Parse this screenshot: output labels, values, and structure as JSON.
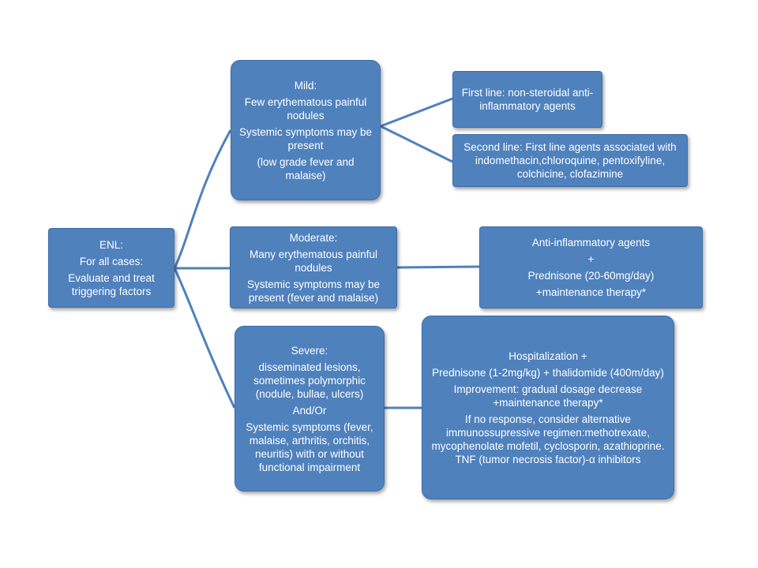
{
  "root": {
    "title": "ENL:",
    "line1": "For all cases:",
    "line2": "Evaluate  and treat triggering factors"
  },
  "mild": {
    "title": "Mild:",
    "lines": [
      "Few erythematous painful nodules",
      "Systemic symptoms may be present",
      "(low grade fever and malaise)"
    ]
  },
  "moderate": {
    "title": "Moderate:",
    "lines": [
      "Many erythematous painful nodules",
      "Systemic symptoms may be present (fever and malaise)"
    ]
  },
  "severe": {
    "title": "Severe:",
    "lines": [
      "disseminated lesions, sometimes polymorphic (nodule, bullae, ulcers)",
      "And/Or",
      "Systemic symptoms (fever, malaise,  arthritis, orchitis, neuritis) with or without functional impairment"
    ]
  },
  "mild_first_line": "First line: non-steroidal anti-inflammatory agents",
  "mild_second_line": "Second line: First line agents associated with indomethacin,chloroquine, pentoxifyline, colchicine, clofazimine",
  "moderate_treatment": {
    "lines": [
      "Anti-inflammatory agents",
      "+",
      "Prednisone (20-60mg/day)",
      "+maintenance therapy*"
    ]
  },
  "severe_treatment": {
    "lines": [
      "Hospitalization +",
      "Prednisone  (1-2mg/kg) + thalidomide (400m/day)",
      "Improvement: gradual dosage decrease +maintenance therapy*",
      "If no response, consider alternative immunossupressive regimen:methotrexate, mycophenolate mofetil, cyclosporin, azathioprine. TNF (tumor necrosis factor)-α inhibitors"
    ]
  },
  "colors": {
    "box_fill": "#4f81bd",
    "box_border": "#3d6ea6",
    "connector": "#4f81bd",
    "text": "#ffffff"
  }
}
